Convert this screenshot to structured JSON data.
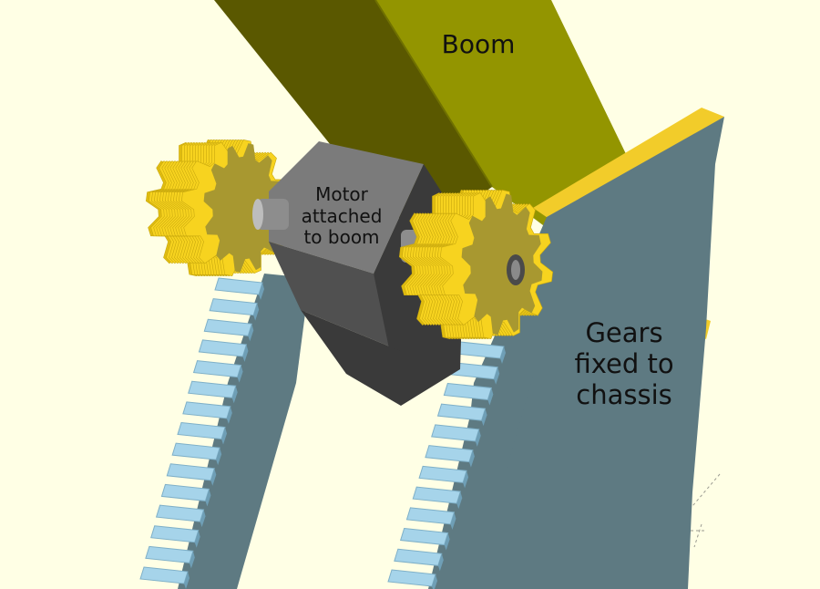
{
  "labels": {
    "boom": "Boom",
    "motor": "Motor\nattached\nto boom",
    "gears": "Gears\nfixed to\nchassis"
  },
  "colors": {
    "background": "#ffffe5",
    "boom_dark": "#5a5800",
    "boom_light": "#939500",
    "boom_edge": "#6f7000",
    "chassis_face": "#5e7a82",
    "chassis_top": "#f2cc2a",
    "rack_teeth": "#a6d4ea",
    "gear_yellow": "#f7d31f",
    "gear_olive": "#a89830",
    "motor_top": "#7b7b7b",
    "motor_side": "#3a3a3a",
    "motor_front": "#505050",
    "shaft": "#8d8d8d"
  }
}
